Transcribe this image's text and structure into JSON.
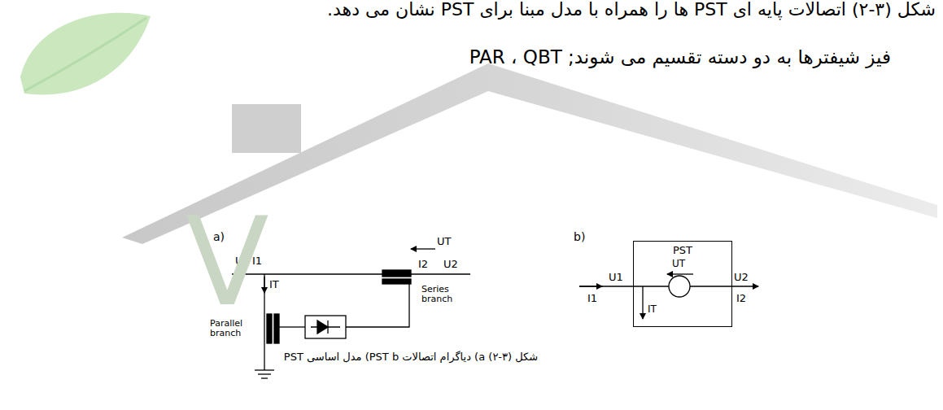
{
  "diagram": {
    "caption": "شکل (۳-۲) a) دیاگرام اتصالات PST b) مدل اساسی PST",
    "nodes": [
      {
        "text": [
          "PST"
        ]
      }
    ],
    "labels": [
      "شکل (۳-۲) اتصالات پایه ای PST ها را همراه با مدل مبنا برای PST نشان می دهد.",
      "فیز شیفترها به دو دسته تقسیم می شوند; PAR ، QBT",
      "a)",
      "U1",
      "I1",
      "UT",
      "I2",
      "U2",
      "IT",
      "Parallel branch",
      "Series branch",
      "b)",
      "UT",
      "U1",
      "U2",
      "I1",
      "IT",
      "I2",
      "V"
    ]
  }
}
